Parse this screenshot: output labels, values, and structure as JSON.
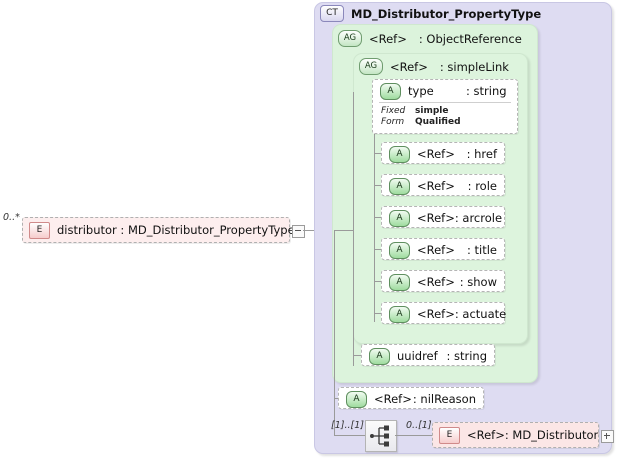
{
  "diagram": {
    "kind": "xsd-schema-diagram",
    "root_element": {
      "icon": "element-icon",
      "icon_label": "E",
      "name": "distributor",
      "separator": ":",
      "type": "MD_Distributor_PropertyType",
      "display": "distributor  : MD_Distributor_PropertyType",
      "cardinality": "0..*",
      "toggle": "minus"
    },
    "complex_type": {
      "icon": "complextype-icon",
      "icon_label": "CT",
      "name": "MD_Distributor_PropertyType"
    },
    "attribute_group_object_reference": {
      "icon": "attributegroup-icon",
      "icon_label": "AG",
      "ref": "<Ref>",
      "separator": ":",
      "name": "ObjectReference"
    },
    "attribute_group_simple_link": {
      "icon": "attributegroup-icon",
      "icon_label": "AG",
      "ref": "<Ref>",
      "separator": ":",
      "name": "simpleLink"
    },
    "attribute_type": {
      "icon": "attribute-icon",
      "icon_label": "A",
      "name": "type",
      "separator": ":",
      "type": "string",
      "facets": [
        {
          "key": "Fixed",
          "value": "simple"
        },
        {
          "key": "Form",
          "value": "Qualified"
        }
      ]
    },
    "simple_link_refs": [
      {
        "icon_label": "A",
        "ref": "<Ref>",
        "separator": ":",
        "name": "href"
      },
      {
        "icon_label": "A",
        "ref": "<Ref>",
        "separator": ":",
        "name": "role"
      },
      {
        "icon_label": "A",
        "ref": "<Ref>",
        "separator": ":",
        "name": "arcrole"
      },
      {
        "icon_label": "A",
        "ref": "<Ref>",
        "separator": ":",
        "name": "title"
      },
      {
        "icon_label": "A",
        "ref": "<Ref>",
        "separator": ":",
        "name": "show"
      },
      {
        "icon_label": "A",
        "ref": "<Ref>",
        "separator": ":",
        "name": "actuate"
      }
    ],
    "attribute_uuidref": {
      "icon_label": "A",
      "name": "uuidref",
      "separator": ":",
      "type": "string"
    },
    "attribute_nil_reason": {
      "icon_label": "A",
      "ref": "<Ref>",
      "separator": ":",
      "name": "nilReason"
    },
    "sequence": {
      "icon": "sequence-icon",
      "cardinality": "[1]..[1]"
    },
    "child_element": {
      "icon": "element-icon",
      "icon_label": "E",
      "ref": "<Ref>",
      "separator": ":",
      "name": "MD_Distributor",
      "cardinality": "0..[1]",
      "toggle": "plus"
    }
  },
  "colors": {
    "complextype_panel": "#dedcf2",
    "attributegroup_panel": "#dcf3dc",
    "element_box": "#fdeeee",
    "attribute_box": "#ffffff",
    "connector": "#9a9a9a"
  }
}
